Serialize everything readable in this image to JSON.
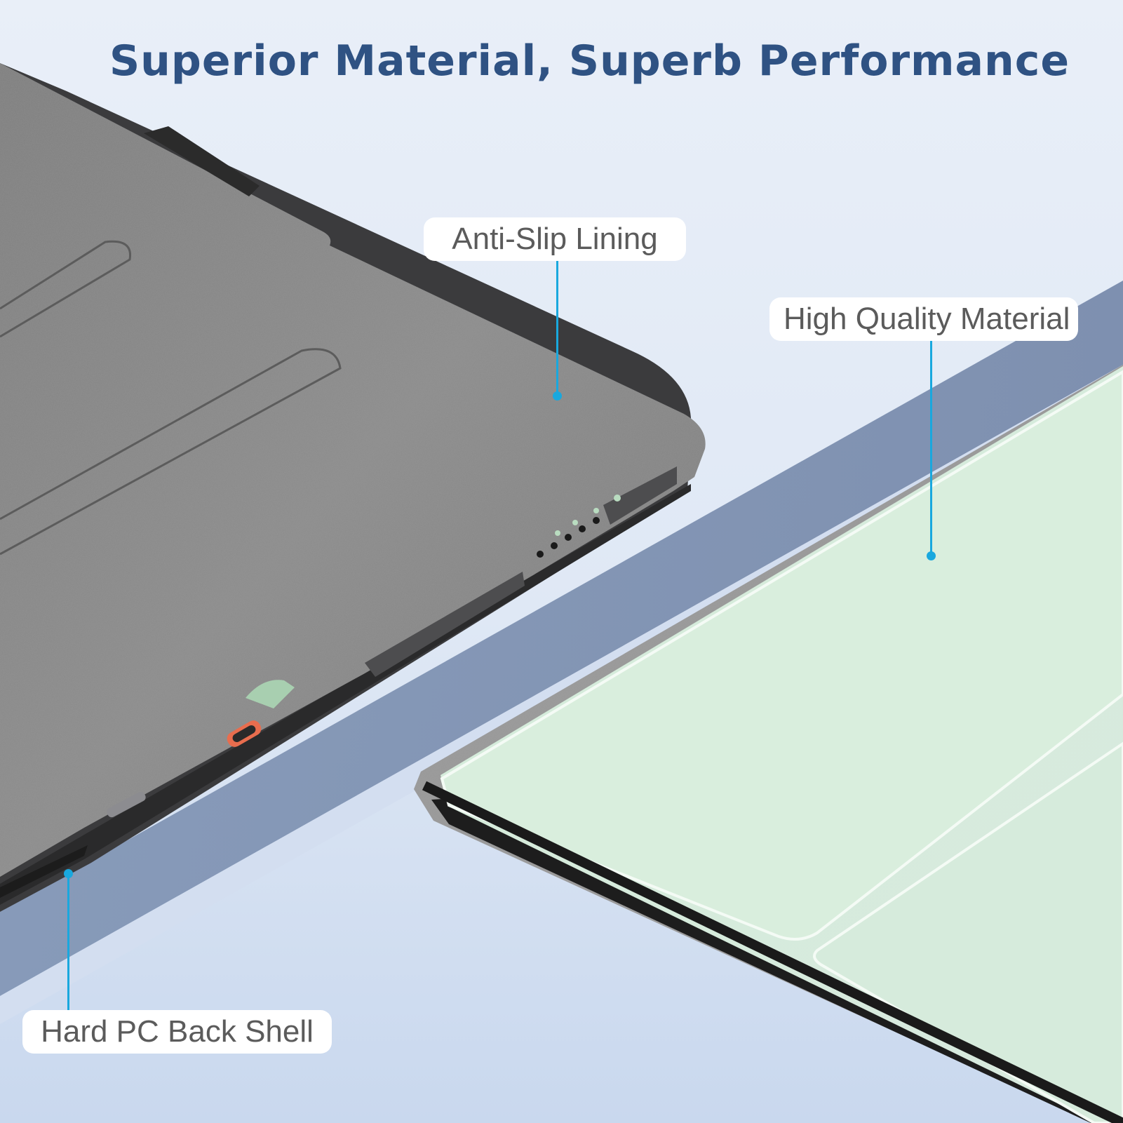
{
  "headline": "Superior Material, Superb Performance",
  "callouts": {
    "anti_slip": "Anti-Slip Lining",
    "material": "High Quality Material",
    "back_shell": "Hard PC Back Shell"
  },
  "colors": {
    "headline": "#2f5283",
    "leader_line": "#19a8de",
    "cover_grey": "#8a8a8a",
    "cover_green": "#d6ebdc",
    "background": "#e4ecf7"
  }
}
